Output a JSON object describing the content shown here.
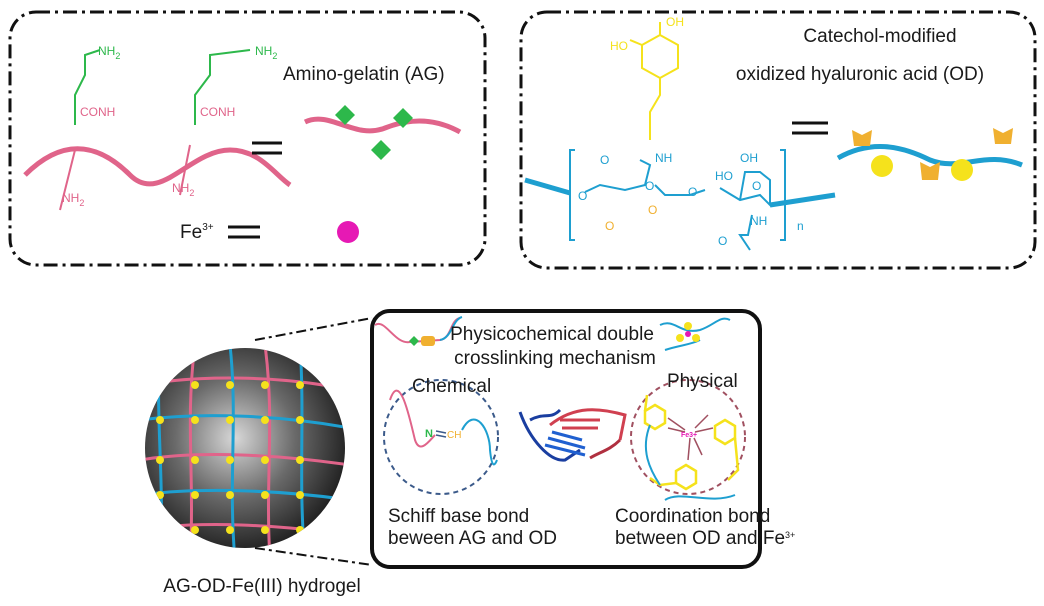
{
  "ag_panel": {
    "title": "Amino-gelatin (AG)",
    "nh2_top": "NH",
    "sub2": "2",
    "conh": "CONH",
    "nh2_bottom": "NH",
    "fe_label": "Fe",
    "fe_charge": "3+",
    "equals": "="
  },
  "od_panel": {
    "title_line1": "Catechol-modified",
    "title_line2": "oxidized hyaluronic acid (OD)",
    "oh": "OH",
    "ho": "HO",
    "nh": "NH",
    "o": "O",
    "n": "n"
  },
  "hydrogel": {
    "label": "AG-OD-Fe(III) hydrogel"
  },
  "mechanism": {
    "title_line1": "Physicochemical double",
    "title_line2": "crosslinking mechanism",
    "chemical_label": "Chemical",
    "physical_label": "Physical",
    "schiff_n": "N",
    "schiff_ch": "CH",
    "fe_center": "Fe3+",
    "schiff_caption_line1": "Schiff base bond",
    "schiff_caption_line2": "beween AG and OD",
    "coord_caption_line1": "Coordination bond",
    "coord_caption_line2": "between OD and Fe",
    "coord_caption_sup": "3+"
  },
  "colors": {
    "ag_pink": "#e0648a",
    "amine_green": "#2db84b",
    "od_blue": "#1e9fd0",
    "catechol_yellow": "#f5e21c",
    "aldehyde_orange": "#f0b030",
    "fe_magenta": "#e619b4"
  }
}
